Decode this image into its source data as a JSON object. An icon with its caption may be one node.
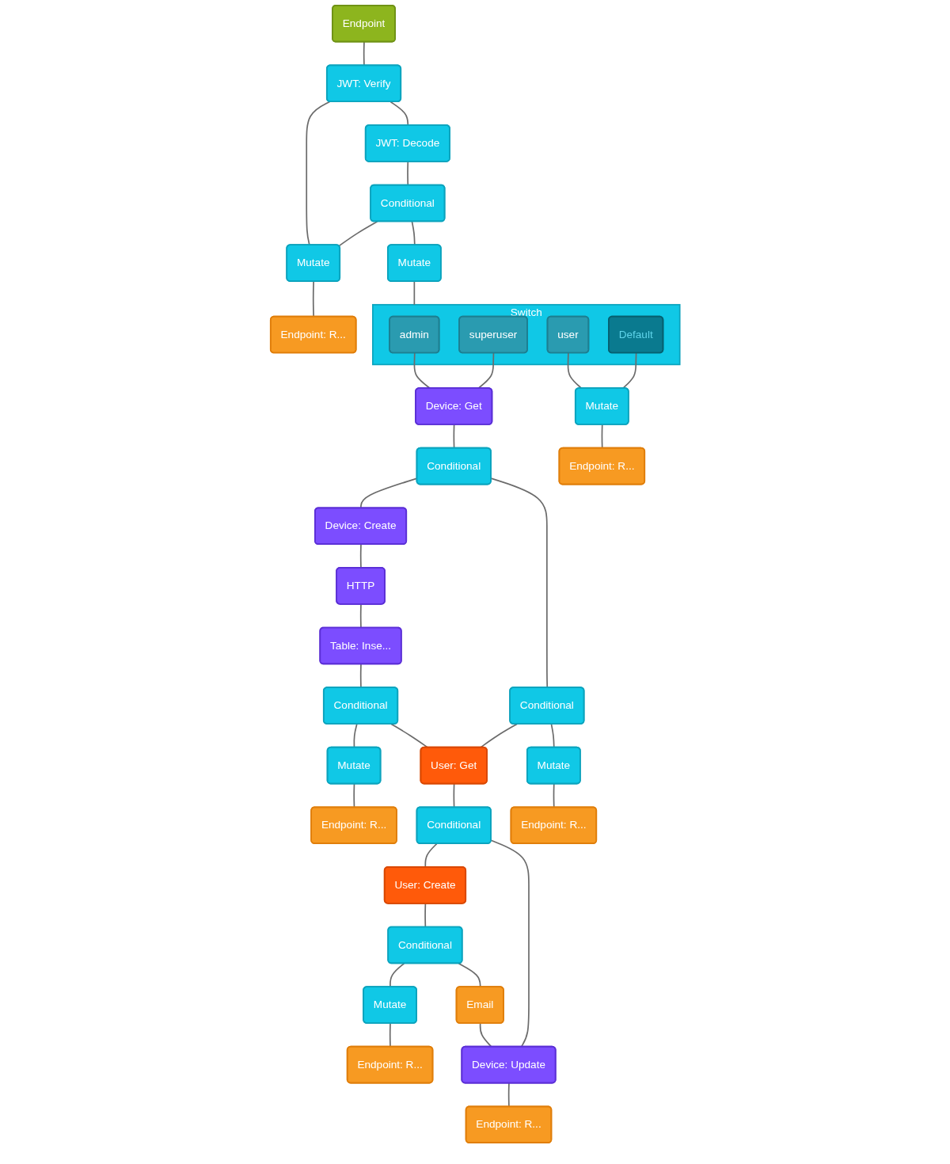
{
  "diagram": {
    "nodes": [
      {
        "text": [
          "Endpoint"
        ]
      },
      {
        "text": [
          "JWT: Verify"
        ]
      },
      {
        "text": [
          "JWT: Decode"
        ]
      },
      {
        "text": [
          "Conditional"
        ]
      },
      {
        "text": [
          "Mutate"
        ]
      },
      {
        "text": [
          "Endpoint: R..."
        ]
      },
      {
        "text": [
          "Mutate"
        ]
      },
      {
        "text": [
          "Switch"
        ]
      },
      {
        "text": [
          "admin"
        ],
        "in": 7
      },
      {
        "text": [
          "superuser"
        ],
        "in": 7
      },
      {
        "text": [
          "user"
        ],
        "in": 7
      },
      {
        "text": [
          "Default"
        ],
        "in": 7
      },
      {
        "text": [
          "Device: Get"
        ]
      },
      {
        "text": [
          "Mutate"
        ]
      },
      {
        "text": [
          "Endpoint: R..."
        ]
      },
      {
        "text": [
          "Conditional"
        ]
      },
      {
        "text": [
          "Device: Create"
        ]
      },
      {
        "text": [
          "Conditional"
        ]
      },
      {
        "text": [
          "HTTP"
        ]
      },
      {
        "text": [
          "Mutate"
        ]
      },
      {
        "text": [
          "Endpoint: R..."
        ]
      },
      {
        "text": [
          "Table: Inse..."
        ]
      },
      {
        "text": [
          "Conditional"
        ]
      },
      {
        "text": [
          "User: Get"
        ]
      },
      {
        "text": [
          "Mutate"
        ]
      },
      {
        "text": [
          "Conditional"
        ]
      },
      {
        "text": [
          "Endpoint: R..."
        ]
      },
      {
        "text": [
          "User: Create"
        ]
      },
      {
        "text": [
          "Conditional"
        ]
      },
      {
        "text": [
          "Mutate"
        ]
      },
      {
        "text": [
          "Email"
        ]
      },
      {
        "text": [
          "Endpoint: R..."
        ]
      },
      {
        "text": [
          "Device: Update"
        ]
      },
      {
        "text": [
          "Endpoint: R..."
        ]
      }
    ],
    "edges": [
      {
        "from": 0,
        "to": 1,
        "arrow": "none"
      },
      {
        "from": 1,
        "to": 4,
        "arrow": "none"
      },
      {
        "from": 1,
        "to": 2,
        "arrow": "none"
      },
      {
        "from": 2,
        "to": 3,
        "arrow": "none"
      },
      {
        "from": 3,
        "to": 4,
        "arrow": "none"
      },
      {
        "from": 3,
        "to": 6,
        "arrow": "none"
      },
      {
        "from": 4,
        "to": 5,
        "arrow": "none"
      },
      {
        "from": 6,
        "to": 7,
        "arrow": "none"
      },
      {
        "from": 8,
        "to": 12,
        "arrow": "none"
      },
      {
        "from": 9,
        "to": 12,
        "arrow": "none"
      },
      {
        "from": 10,
        "to": 13,
        "arrow": "none"
      },
      {
        "from": 11,
        "to": 13,
        "arrow": "none"
      },
      {
        "from": 13,
        "to": 14,
        "arrow": "none"
      },
      {
        "from": 12,
        "to": 15,
        "arrow": "none"
      },
      {
        "from": 15,
        "to": 16,
        "arrow": "none"
      },
      {
        "from": 15,
        "to": 17,
        "arrow": "none"
      },
      {
        "from": 16,
        "to": 18,
        "arrow": "none"
      },
      {
        "from": 17,
        "to": 23,
        "arrow": "none"
      },
      {
        "from": 17,
        "to": 19,
        "arrow": "none"
      },
      {
        "from": 19,
        "to": 20,
        "arrow": "none"
      },
      {
        "from": 18,
        "to": 21,
        "arrow": "none"
      },
      {
        "from": 21,
        "to": 22,
        "arrow": "none"
      },
      {
        "from": 22,
        "to": 24,
        "arrow": "none"
      },
      {
        "from": 22,
        "to": 23,
        "arrow": "none"
      },
      {
        "from": 23,
        "to": 25,
        "arrow": "none"
      },
      {
        "from": 24,
        "to": 26,
        "arrow": "none"
      },
      {
        "from": 25,
        "to": 27,
        "arrow": "none"
      },
      {
        "from": 25,
        "to": 32,
        "arrow": "none"
      },
      {
        "from": 27,
        "to": 28,
        "arrow": "none"
      },
      {
        "from": 28,
        "to": 29,
        "arrow": "none"
      },
      {
        "from": 28,
        "to": 30,
        "arrow": "none"
      },
      {
        "from": 29,
        "to": 31,
        "arrow": "none"
      },
      {
        "from": 30,
        "to": 32,
        "arrow": "none"
      },
      {
        "from": 32,
        "to": 33,
        "arrow": "none"
      }
    ]
  }
}
